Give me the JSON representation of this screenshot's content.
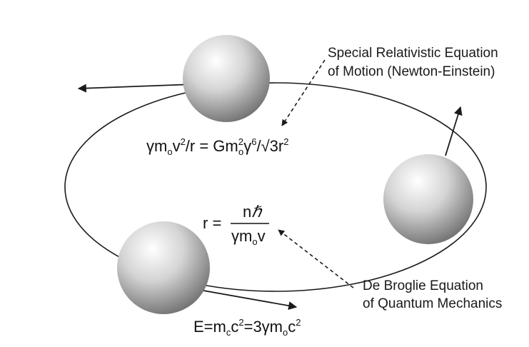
{
  "annotations": {
    "special_relativity": {
      "line1": "Special Relativistic Equation",
      "line2": "of Motion (Newton-Einstein)"
    },
    "de_broglie": {
      "line1": "De Broglie Equation",
      "line2": "of Quantum Mechanics"
    }
  },
  "equations": {
    "motion": {
      "p1": "γm",
      "sub_o1": "o",
      "p2": "v",
      "sup_2a": "2",
      "p3": "/r = Gm",
      "sup_2b": "2",
      "sub_o2": "o",
      "p4": "γ",
      "sup_6": "6",
      "p5": "/√3r",
      "sup_2c": "2"
    },
    "radius": {
      "lhs": "r =",
      "num_n": "n",
      "num_hbar": "ℏ",
      "den_p1": "γm",
      "den_sub": "o",
      "den_p2": "v"
    },
    "energy": {
      "p1": "E=m",
      "sub_c": "c",
      "p2": "c",
      "sup_2a": "2",
      "p3": "=3γm",
      "sub_o": "o",
      "p4": "c",
      "sup_2b": "2"
    }
  },
  "colors": {
    "orbit": "#1a1a1a",
    "arrow": "#1a1a1a",
    "sphere_highlight": "#ffffff",
    "sphere_mid": "#c8c8c8",
    "sphere_shadow": "#6e6e6e"
  }
}
